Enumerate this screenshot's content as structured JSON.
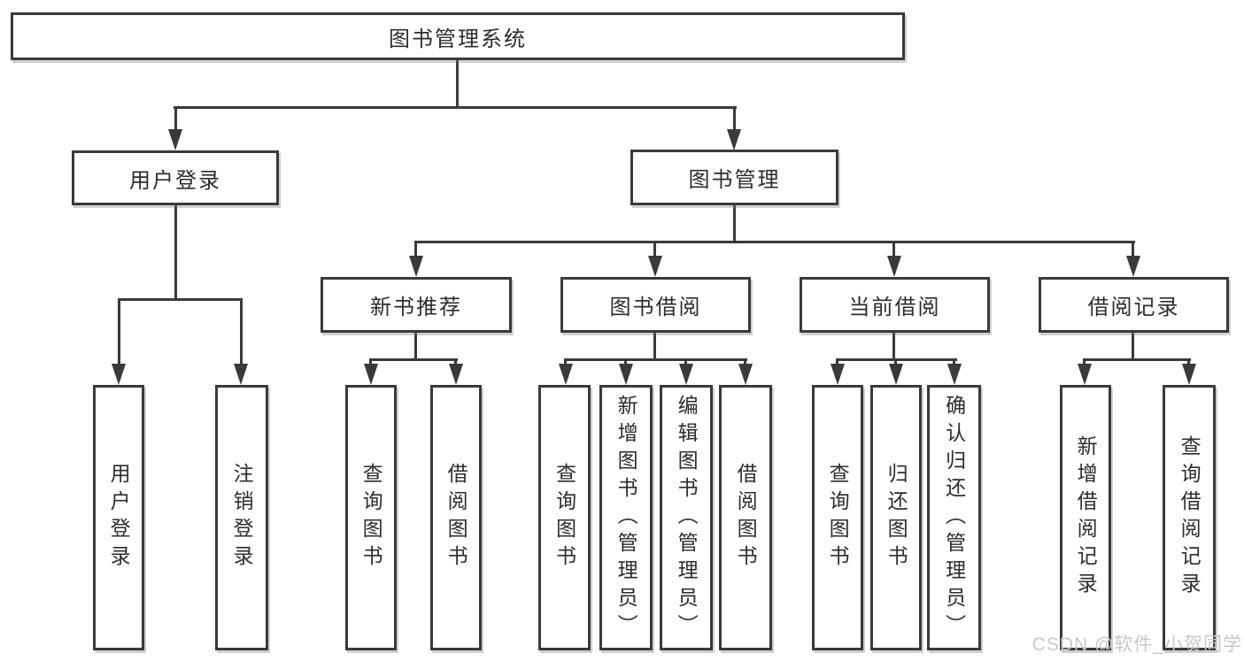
{
  "colors": {
    "line": "#3a3a3a",
    "text": "#2d2d2d",
    "box_fill": "#ffffff",
    "watermark": "#c8c8c8"
  },
  "tree": {
    "root": {
      "label": "图书管理系统",
      "children": [
        {
          "label": "用户登录",
          "children": [
            {
              "label": "用户登录"
            },
            {
              "label": "注销登录"
            }
          ]
        },
        {
          "label": "图书管理",
          "children": [
            {
              "label": "新书推荐",
              "children": [
                {
                  "label": "查询图书"
                },
                {
                  "label": "借阅图书"
                }
              ]
            },
            {
              "label": "图书借阅",
              "children": [
                {
                  "label": "查询图书"
                },
                {
                  "label": "新增图书（管理员）"
                },
                {
                  "label": "编辑图书（管理员）"
                },
                {
                  "label": "借阅图书"
                }
              ]
            },
            {
              "label": "当前借阅",
              "children": [
                {
                  "label": "查询图书"
                },
                {
                  "label": "归还图书"
                },
                {
                  "label": "确认归还（管理员）"
                }
              ]
            },
            {
              "label": "借阅记录",
              "children": [
                {
                  "label": "新增借阅记录"
                },
                {
                  "label": "查询借阅记录"
                }
              ]
            }
          ]
        }
      ]
    }
  },
  "watermark": {
    "text": "CSDN @软件_小贺同学"
  }
}
